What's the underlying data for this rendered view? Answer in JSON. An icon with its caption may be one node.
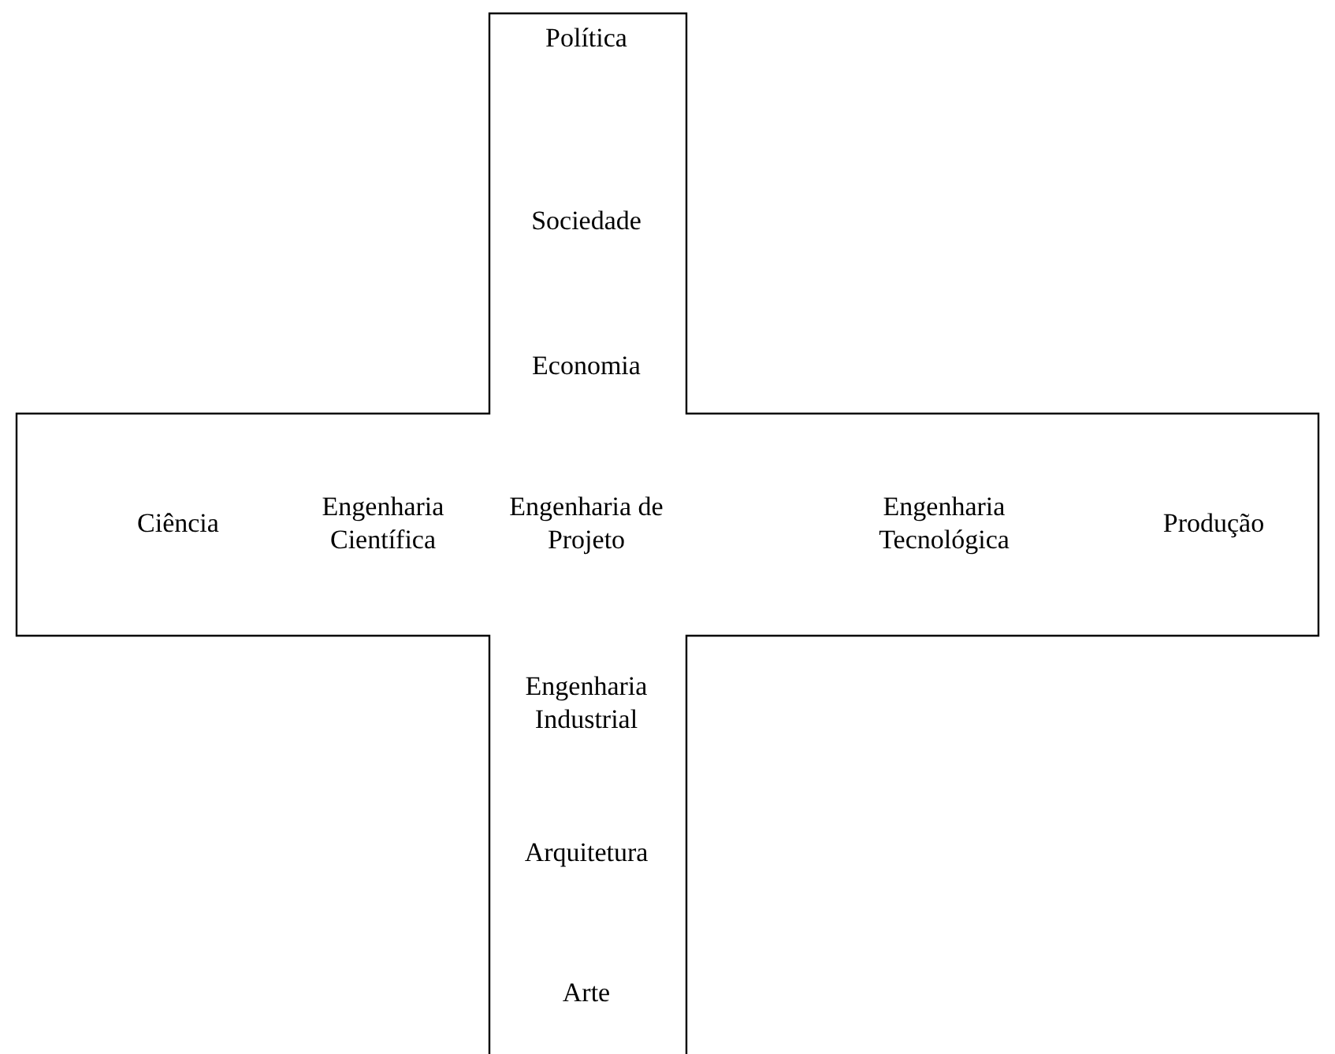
{
  "diagram": {
    "nodes": [
      {
        "text": [
          "Política",
          "Sociedade",
          "Economia",
          "Ciência",
          "Engenharia Científica",
          "Engenharia de Projeto",
          "Engenharia Tecnológica",
          "Produção",
          "Engenharia Industrial",
          "Arquitetura",
          "Arte"
        ]
      }
    ]
  }
}
